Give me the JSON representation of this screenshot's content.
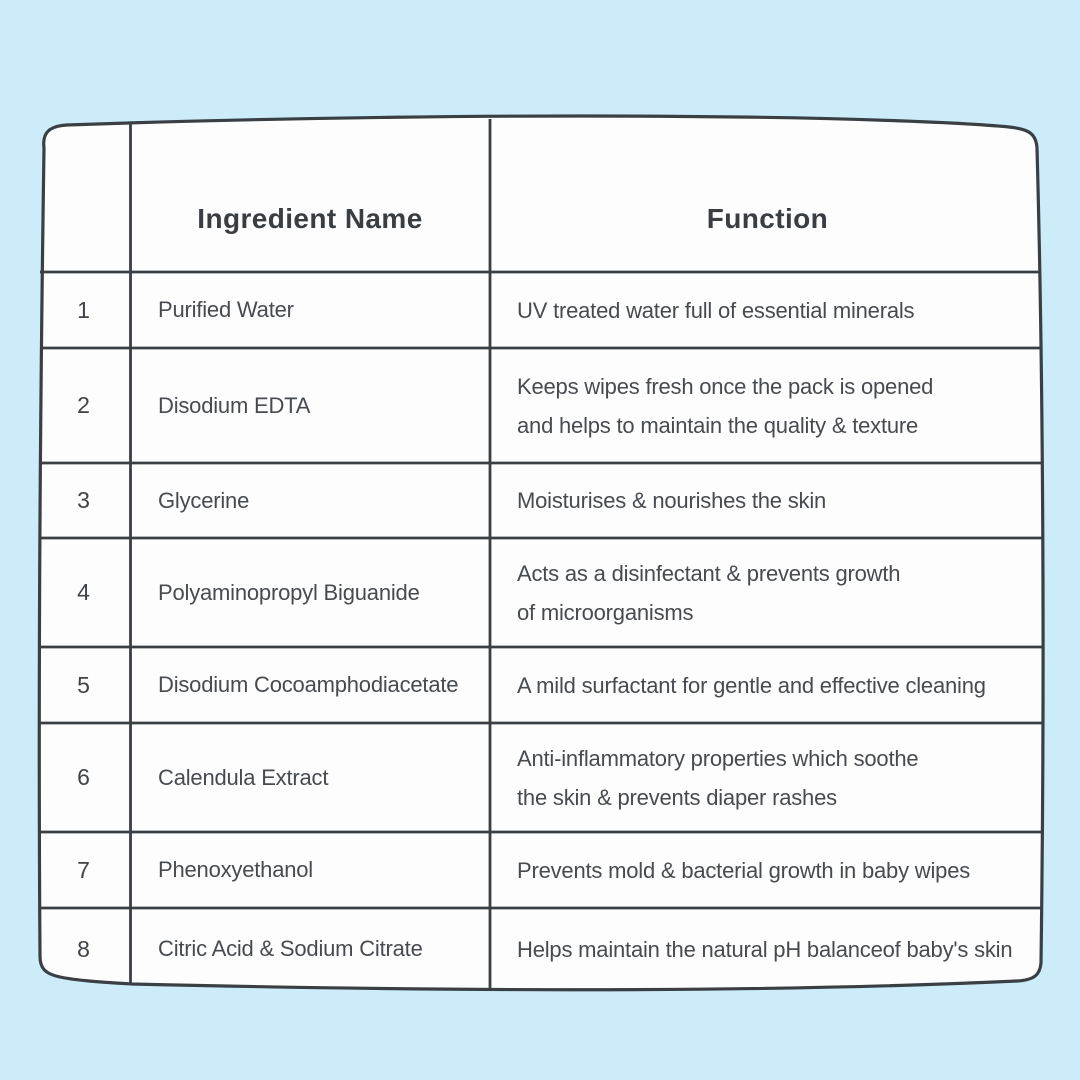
{
  "page": {
    "background_color": "#cdecfa",
    "panel_color": "#fdfdfd",
    "line_color": "#3a3f44",
    "text_color": "#474b4f"
  },
  "table": {
    "headers": {
      "index": "",
      "ingredient": "Ingredient Name",
      "function": "Function"
    },
    "rows": [
      {
        "num": "1",
        "ingredient": "Purified Water",
        "function_lines": [
          "UV treated water full of essential minerals"
        ]
      },
      {
        "num": "2",
        "ingredient": "Disodium EDTA",
        "function_lines": [
          "Keeps wipes fresh once the pack is opened",
          "and helps to maintain the quality & texture"
        ]
      },
      {
        "num": "3",
        "ingredient": "Glycerine",
        "function_lines": [
          "Moisturises & nourishes the skin"
        ]
      },
      {
        "num": "4",
        "ingredient": "Polyaminopropyl Biguanide",
        "function_lines": [
          "Acts as a disinfectant & prevents growth",
          "of microorganisms"
        ]
      },
      {
        "num": "5",
        "ingredient": "Disodium Cocoamphodiacetate",
        "function_lines": [
          "A mild surfactant for gentle and effective cleaning"
        ]
      },
      {
        "num": "6",
        "ingredient": "Calendula Extract",
        "function_lines": [
          "Anti-inflammatory properties which soothe",
          "the skin & prevents diaper rashes"
        ]
      },
      {
        "num": "7",
        "ingredient": "Phenoxyethanol",
        "function_lines": [
          "Prevents mold & bacterial growth in baby wipes"
        ]
      },
      {
        "num": "8",
        "ingredient": "Citric Acid & Sodium Citrate",
        "function_lines": [
          "Helps maintain the natural pH balanceof baby's skin"
        ]
      }
    ]
  }
}
